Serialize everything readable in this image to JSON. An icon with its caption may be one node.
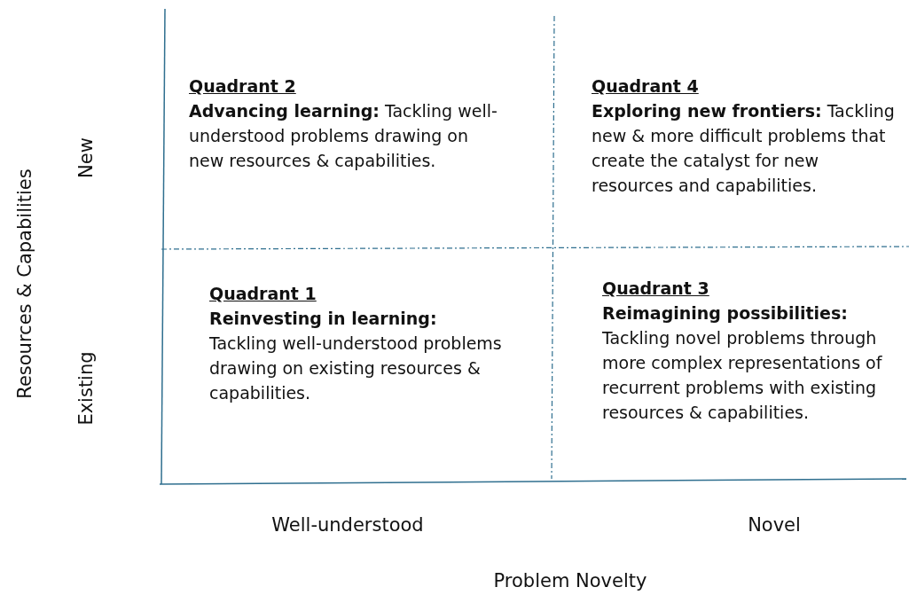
{
  "diagram": {
    "labels": [
      "Resources & Capabilities",
      "New",
      "Quadrant 2",
      "**Advancing learning:** Tackling well-understood problems drawing on new resources & capabilities.",
      "Quadrant 4",
      "**Exploring new frontiers:** Tackling new & more difficult problems that create the catalyst for new resources and capabilities.",
      "Quadrant 1",
      "**Reinvesting in learning:** Tackling well-understood problems drawing on existing resources & capabilities.",
      "Quadrant 3",
      "**Reimagining possibilities:** Tackling novel problems through more complex representations of recurrent problems with existing resources & capabilities.",
      "Existing",
      "Well-understood",
      "Novel",
      "Problem Novelty"
    ]
  }
}
